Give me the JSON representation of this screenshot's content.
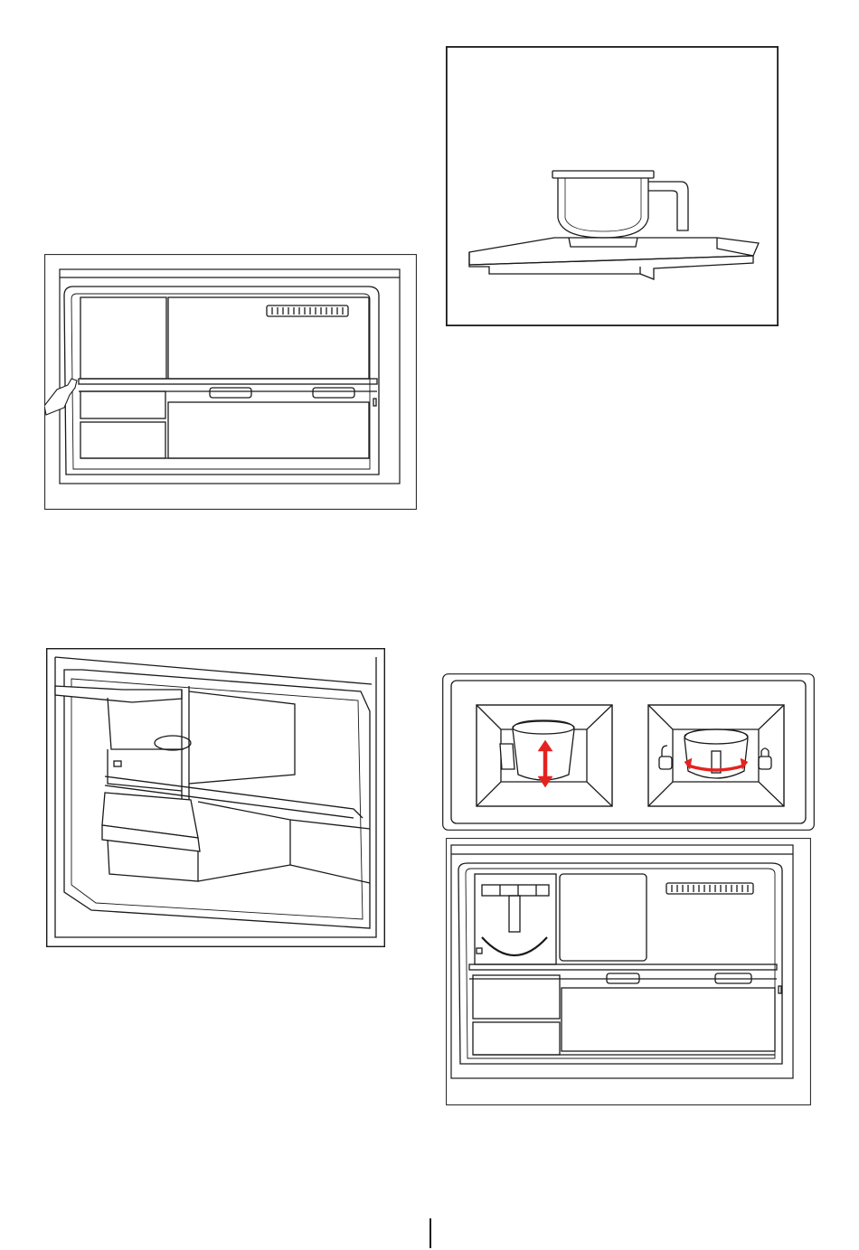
{
  "page": {
    "background": "#ffffff",
    "line_color": "#1a1a1a",
    "accent_arrow_color": "#e42320"
  },
  "figures": [
    {
      "id": "fig-hand",
      "icon": "hand-opening-compartment-icon"
    },
    {
      "id": "fig-shelf",
      "icon": "ice-tray-shelf-icon"
    },
    {
      "id": "fig-cup",
      "icon": "ice-cup-on-tray-icon"
    },
    {
      "id": "fig-panel",
      "icon": "cup-lift-and-rotate-lock-icon"
    },
    {
      "id": "fig-fridge2",
      "icon": "ice-cup-installed-in-compartment-icon"
    }
  ]
}
